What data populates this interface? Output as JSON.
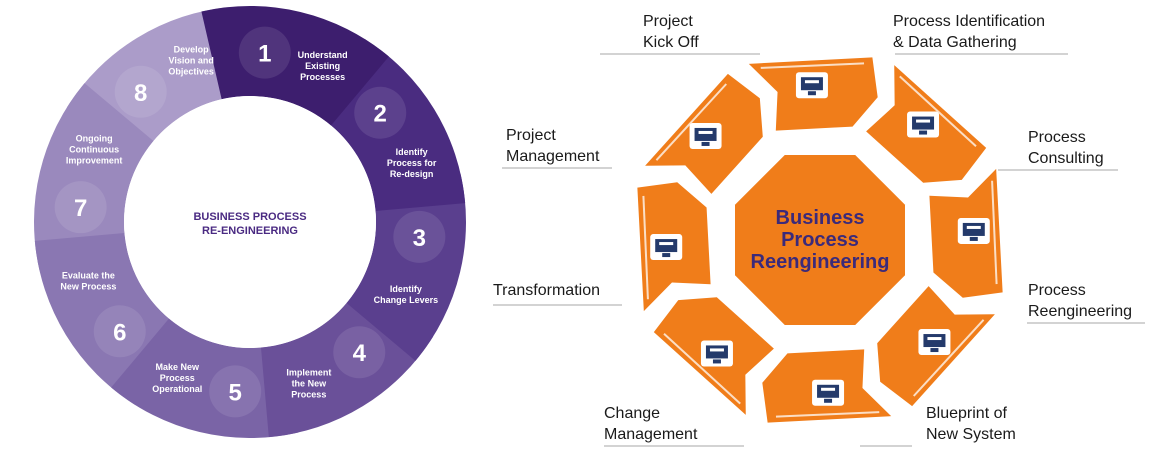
{
  "left_diagram": {
    "center_title": [
      "BUSINESS PROCESS",
      "RE-ENGINEERING"
    ],
    "steps": [
      {
        "number": "1",
        "lines": [
          "Understand",
          "Existing",
          "Processes"
        ],
        "color": "#3d1e6e"
      },
      {
        "number": "2",
        "lines": [
          "Identify",
          "Process for",
          "Re-design"
        ],
        "color": "#4a2c80"
      },
      {
        "number": "3",
        "lines": [
          "Identify",
          "Change Levers"
        ],
        "color": "#5a3f8e"
      },
      {
        "number": "4",
        "lines": [
          "Implement",
          "the New",
          "Process"
        ],
        "color": "#6a5099"
      },
      {
        "number": "5",
        "lines": [
          "Make New",
          "Process",
          "Operational"
        ],
        "color": "#7a64a6"
      },
      {
        "number": "6",
        "lines": [
          "Evaluate the",
          "New Process"
        ],
        "color": "#8a77b2"
      },
      {
        "number": "7",
        "lines": [
          "Ongoing",
          "Continuous",
          "Improvement"
        ],
        "color": "#9a89bd"
      },
      {
        "number": "8",
        "lines": [
          "Develop",
          "Vision and",
          "Objectives"
        ],
        "color": "#ab9cc9"
      }
    ]
  },
  "right_diagram": {
    "center_title": [
      "Business",
      "Process",
      "Reengineering"
    ],
    "accent_color": "#f07d1a",
    "labels": [
      {
        "lines": [
          "Project",
          "Kick Off"
        ],
        "icon": "presentation-board-icon"
      },
      {
        "lines": [
          "Process Identification",
          "& Data Gathering"
        ],
        "icon": "document-folder-icon"
      },
      {
        "lines": [
          "Process",
          "Consulting"
        ],
        "icon": "consulting-people-icon"
      },
      {
        "lines": [
          "Process",
          "Reengineering"
        ],
        "icon": "gear-cycle-icon"
      },
      {
        "lines": [
          "Blueprint of",
          "New System"
        ],
        "icon": "monitor-blueprint-icon"
      },
      {
        "lines": [
          "Change",
          "Management"
        ],
        "icon": "change-cycle-icon"
      },
      {
        "lines": [
          "Transformation"
        ],
        "icon": "trainer-board-icon"
      },
      {
        "lines": [
          "Project",
          "Management"
        ],
        "icon": "manager-desk-icon"
      }
    ]
  }
}
